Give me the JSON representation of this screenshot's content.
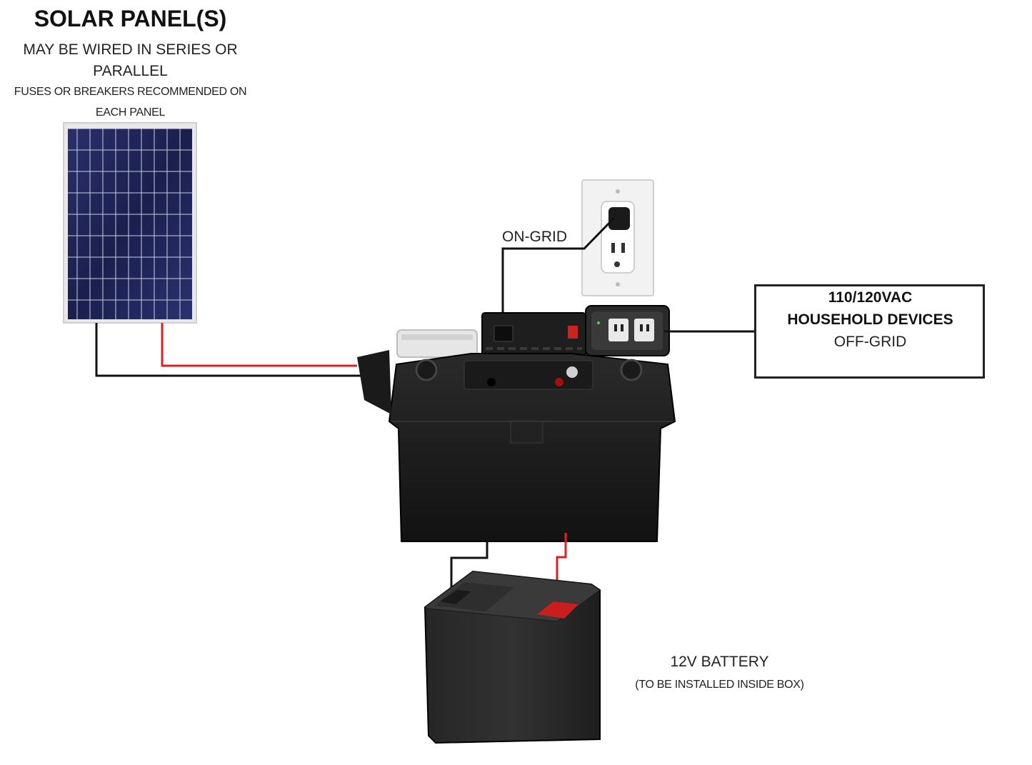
{
  "solar": {
    "title": "SOLAR PANEL(S)",
    "subtitle": "MAY BE WIRED IN SERIES OR PARALLEL",
    "note": "FUSES OR BREAKERS RECOMMENDED ON EACH PANEL"
  },
  "grid": {
    "label": "ON-GRID"
  },
  "household": {
    "line1": "110/120VAC",
    "line2": "HOUSEHOLD DEVICES",
    "line3": "OFF-GRID"
  },
  "battery": {
    "label": "12V BATTERY",
    "note": "(TO BE INSTALLED INSIDE BOX)"
  },
  "colors": {
    "wire_negative": "#111111",
    "wire_positive": "#e02020",
    "panel_cell": "#1d2352",
    "device_body": "#1c1c1c"
  }
}
